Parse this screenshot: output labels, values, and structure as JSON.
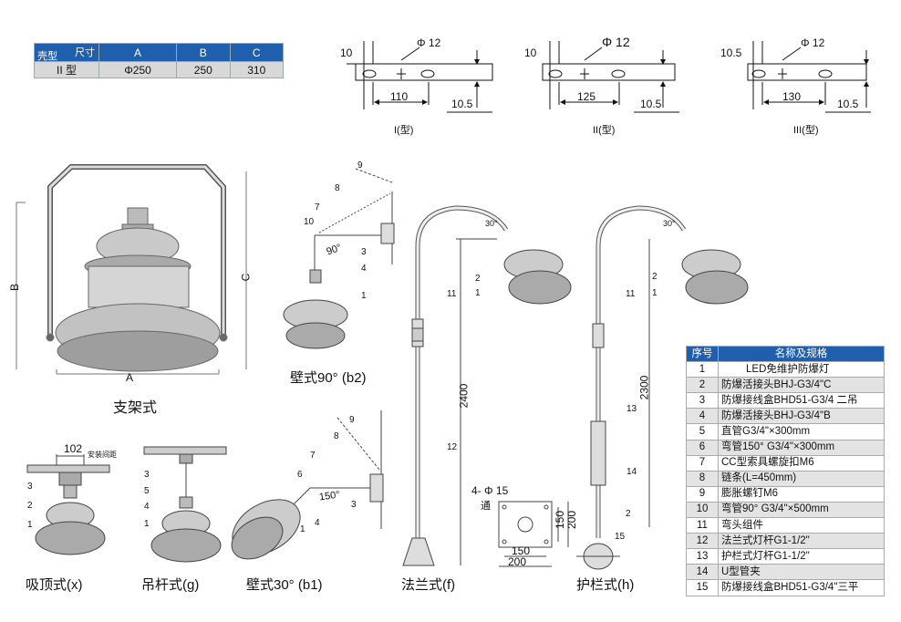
{
  "size_table": {
    "corner_top": "尺寸",
    "corner_bottom": "壳型",
    "headers": [
      "A",
      "B",
      "C"
    ],
    "row": {
      "type": "II 型",
      "values": [
        "Φ250",
        "250",
        "310"
      ]
    }
  },
  "hole_diagrams": [
    {
      "offset": "10",
      "hole": "Φ 12",
      "spacing": "110",
      "depth": "10.5",
      "caption": "I(型)"
    },
    {
      "offset": "10",
      "hole": "Φ 12",
      "spacing": "125",
      "depth": "10.5",
      "caption": "II(型)"
    },
    {
      "offset": "10.5",
      "hole": "Φ 12",
      "spacing": "130",
      "depth": "10.5",
      "caption": "III(型)"
    }
  ],
  "bracket": {
    "label_a": "A",
    "label_b": "B",
    "label_c": "C",
    "caption": "支架式"
  },
  "wall90": {
    "caption": "壁式90°  (b2)",
    "angle": "90°",
    "parts": [
      "9",
      "8",
      "7",
      "10",
      "3",
      "4",
      "1"
    ]
  },
  "ceiling": {
    "caption": "吸顶式(x)",
    "dim": "102",
    "note": "安装间距",
    "parts": [
      "3",
      "2",
      "1"
    ]
  },
  "pendant": {
    "caption": "吊杆式(g)",
    "parts": [
      "3",
      "5",
      "4",
      "1"
    ]
  },
  "wall30": {
    "caption": "壁式30°  (b1)",
    "angle": "150°",
    "parts": [
      "9",
      "8",
      "7",
      "6",
      "3",
      "4",
      "1"
    ]
  },
  "flange": {
    "caption": "法兰式(f)",
    "height": "2400",
    "angle": "30°",
    "parts": [
      "11",
      "2",
      "1",
      "12"
    ]
  },
  "base": {
    "holes": "4- Φ 15",
    "hole_note": "通",
    "dims": [
      "150",
      "200",
      "150",
      "200"
    ]
  },
  "guardrail": {
    "caption": "护栏式(h)",
    "height": "2300",
    "angle": "30°",
    "parts": [
      "11",
      "2",
      "1",
      "13",
      "14",
      "2",
      "15"
    ]
  },
  "spec_table": {
    "headers": [
      "序号",
      "名称及规格"
    ],
    "rows": [
      [
        "1",
        "LED免维护防爆灯"
      ],
      [
        "2",
        "防爆活接头BHJ-G3/4\"C"
      ],
      [
        "3",
        "防爆接线盒BHD51-G3/4 二吊"
      ],
      [
        "4",
        "防爆活接头BHJ-G3/4\"B"
      ],
      [
        "5",
        "直管G3/4\"×300mm"
      ],
      [
        "6",
        "弯管150°  G3/4\"×300mm"
      ],
      [
        "7",
        "CC型索具螺旋扣M6"
      ],
      [
        "8",
        "链条(L=450mm)"
      ],
      [
        "9",
        "膨胀螺钉M6"
      ],
      [
        "10",
        "弯管90°  G3/4\"×500mm"
      ],
      [
        "11",
        "弯头组件"
      ],
      [
        "12",
        "法兰式灯杆G1-1/2\""
      ],
      [
        "13",
        "护栏式灯杆G1-1/2\""
      ],
      [
        "14",
        "U型管夹"
      ],
      [
        "15",
        "防爆接线盒BHD51-G3/4\"三平"
      ]
    ]
  }
}
